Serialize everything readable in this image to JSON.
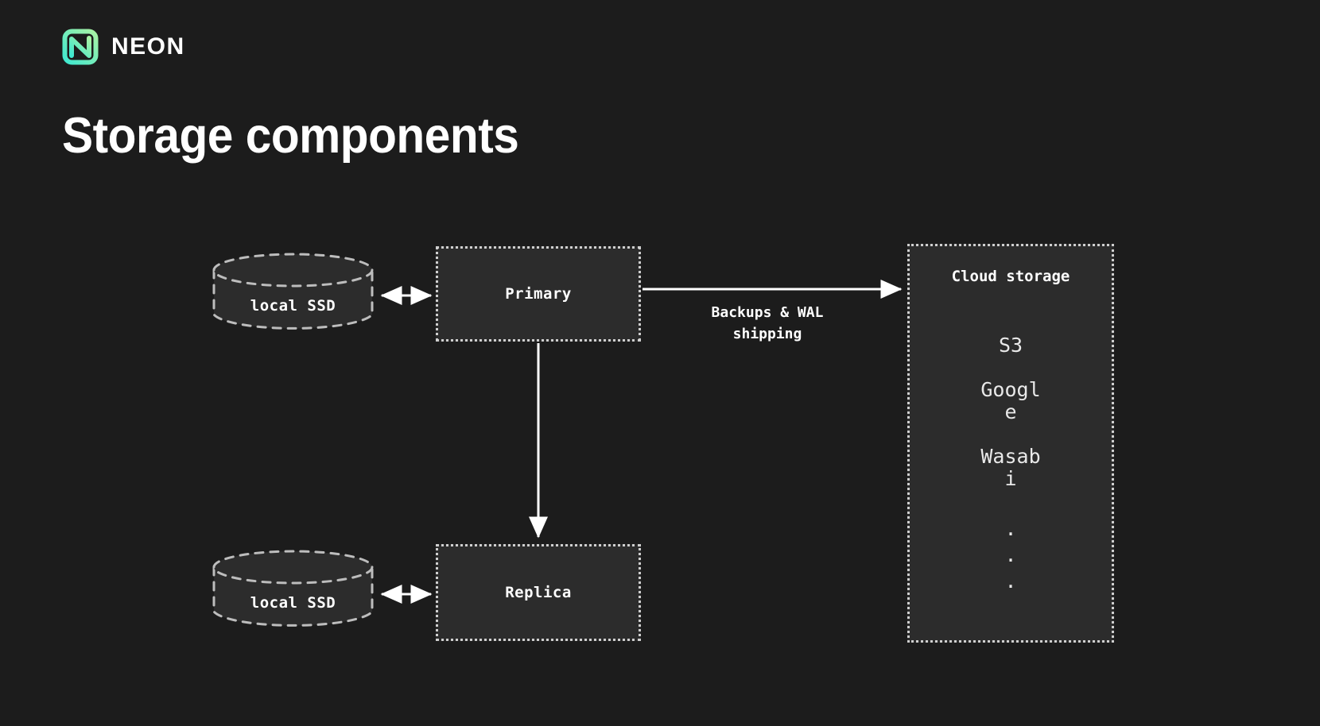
{
  "brand": {
    "wordmark": "NEON",
    "logo_icon": "neon-n-logo",
    "gradient_from": "#3ee8d0",
    "gradient_to": "#a6f0a2"
  },
  "slide": {
    "title": "Storage components",
    "background": "#1c1c1c",
    "box_fill": "#2c2c2c",
    "stroke": "#cfcfcf",
    "text": "#ffffff"
  },
  "diagram": {
    "nodes": [
      {
        "id": "ssd-top",
        "label": "local SSD",
        "shape": "cylinder"
      },
      {
        "id": "primary",
        "label": "Primary",
        "shape": "box"
      },
      {
        "id": "ssd-bottom",
        "label": "local SSD",
        "shape": "cylinder"
      },
      {
        "id": "replica",
        "label": "Replica",
        "shape": "box"
      },
      {
        "id": "cloud",
        "label": "Cloud storage",
        "shape": "box"
      }
    ],
    "edges": [
      {
        "id": "ssd-top-primary",
        "from": "ssd-top",
        "to": "primary",
        "arrow": "double",
        "label": ""
      },
      {
        "id": "primary-cloud",
        "from": "primary",
        "to": "cloud",
        "arrow": "single",
        "label": "Backups & WAL\nshipping"
      },
      {
        "id": "primary-replica",
        "from": "primary",
        "to": "replica",
        "arrow": "single",
        "label": ""
      },
      {
        "id": "ssd-bottom-replica",
        "from": "ssd-bottom",
        "to": "replica",
        "arrow": "double",
        "label": ""
      }
    ],
    "edge_labels": {
      "backups_line1": "Backups & WAL",
      "backups_line2": "shipping"
    },
    "cloud_providers": [
      "S3",
      "Google",
      "Wasabi"
    ],
    "cloud_ellipsis": [
      ".",
      ".",
      "."
    ]
  }
}
